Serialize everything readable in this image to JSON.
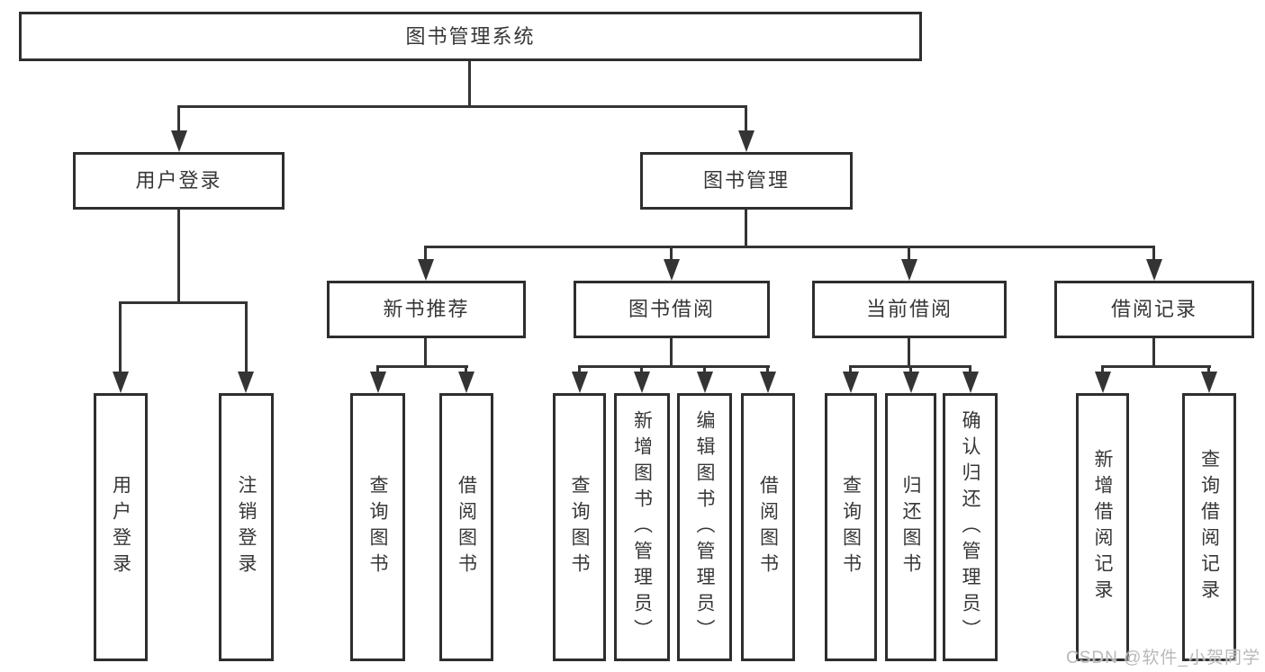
{
  "diagram": {
    "title": "图书管理系统",
    "type": "hierarchy-tree",
    "root": {
      "label": "图书管理系统"
    },
    "level2": [
      {
        "label": "用户登录",
        "parent": "图书管理系统"
      },
      {
        "label": "图书管理",
        "parent": "图书管理系统"
      }
    ],
    "level3": [
      {
        "label": "新书推荐",
        "parent": "图书管理"
      },
      {
        "label": "图书借阅",
        "parent": "图书管理"
      },
      {
        "label": "当前借阅",
        "parent": "图书管理"
      },
      {
        "label": "借阅记录",
        "parent": "图书管理"
      }
    ],
    "leaves": [
      {
        "label": "用户登录",
        "parent": "用户登录"
      },
      {
        "label": "注销登录",
        "parent": "用户登录"
      },
      {
        "label": "查询图书",
        "parent": "新书推荐"
      },
      {
        "label": "借阅图书",
        "parent": "新书推荐"
      },
      {
        "label": "查询图书",
        "parent": "图书借阅"
      },
      {
        "label": "新增图书（管理员）",
        "parent": "图书借阅"
      },
      {
        "label": "编辑图书（管理员）",
        "parent": "图书借阅"
      },
      {
        "label": "借阅图书",
        "parent": "图书借阅"
      },
      {
        "label": "查询图书",
        "parent": "当前借阅"
      },
      {
        "label": "归还图书",
        "parent": "当前借阅"
      },
      {
        "label": "确认归还（管理员）",
        "parent": "当前借阅"
      },
      {
        "label": "新增借阅记录",
        "parent": "借阅记录"
      },
      {
        "label": "查询借阅记录",
        "parent": "借阅记录"
      }
    ],
    "watermark": "CSDN @软件_小贺同学",
    "colors": {
      "line": "#343434",
      "box_border": "#2e2e2e",
      "text": "#373737",
      "background": "#ffffff",
      "watermark": "#b9b9b9"
    }
  }
}
